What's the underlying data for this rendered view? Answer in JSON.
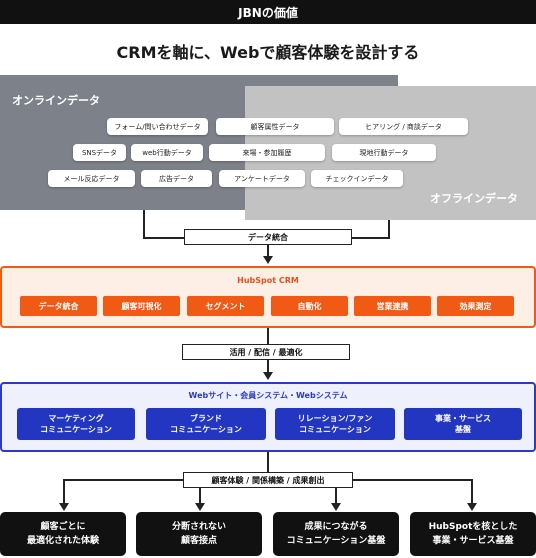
{
  "header": {
    "title": "JBNの価値"
  },
  "main_title": "CRMを軸に、Webで顧客体験を設計する",
  "online": {
    "label": "オンラインデータ",
    "chips": [
      "フォーム/問い合わせデータ",
      "顧客属性データ",
      "ヒアリング / 商談データ",
      "SNSデータ",
      "web行動データ",
      "来場・参加履歴",
      "現地行動データ",
      "メール反応データ",
      "広告データ",
      "アンケートデータ",
      "チェックインデータ"
    ]
  },
  "offline": {
    "label": "オフラインデータ"
  },
  "data_integration": "データ統合",
  "crm": {
    "title": "HubSpot CRM",
    "items": [
      "データ統合",
      "顧客可視化",
      "セグメント",
      "自動化",
      "営業連携",
      "効果測定"
    ]
  },
  "utilization": "活用 / 配信 / 最適化",
  "web": {
    "title": "Webサイト・会員システム・Webシステム",
    "items": [
      "マーケティング\nコミュニケーション",
      "ブランド\nコミュニケーション",
      "リレーション/ファン\nコミュニケーション",
      "事業・サービス\n基盤"
    ]
  },
  "outcomes_label": "顧客体験 / 関係構築 / 成果創出",
  "outcomes": [
    "顧客ごとに\n最適化された体験",
    "分断されない\n顧客接点",
    "成果につながる\nコミュニケーション基盤",
    "HubSpotを核とした\n事業・サービス基盤"
  ],
  "colors": {
    "accent_orange": "#f05a14",
    "accent_blue": "#2236c2",
    "online_gray": "#7d8189",
    "offline_gray": "#c2c2c2",
    "dark": "#111111"
  }
}
